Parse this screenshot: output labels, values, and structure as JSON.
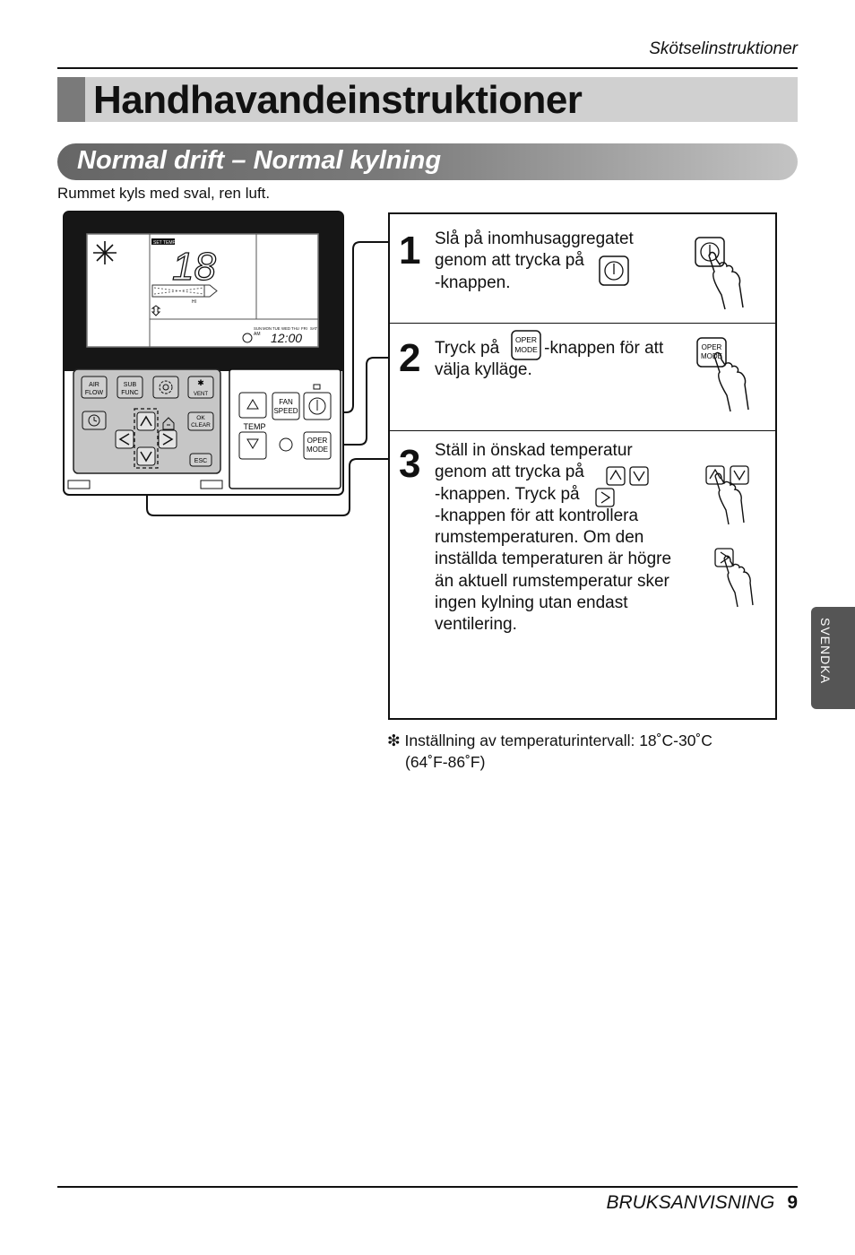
{
  "header": {
    "section": "Skötselinstruktioner"
  },
  "title": "Handhavandeinstruktioner",
  "subtitle": "Normal drift – Normal kylning",
  "intro": "Rummet kyls med sval, ren luft.",
  "remote": {
    "display": {
      "set_temp_label": "SET TEMP",
      "temperature": "18",
      "fan_level": "HI",
      "clock_ampm": "AM",
      "clock": "12:00",
      "days": [
        "SUN",
        "MON",
        "TUE",
        "WED",
        "THU",
        "FRI",
        "SAT"
      ]
    },
    "buttons": {
      "air_flow": [
        "AIR",
        "FLOW"
      ],
      "sub_func": [
        "SUB",
        "FUNC"
      ],
      "vent": "VENT",
      "ok_clear": [
        "OK",
        "CLEAR"
      ],
      "esc": "ESC",
      "fan_speed": [
        "FAN",
        "SPEED"
      ],
      "temp": "TEMP",
      "oper_mode": [
        "OPER",
        "MODE"
      ]
    }
  },
  "steps": [
    {
      "number": "1",
      "lines": [
        "Slå på inomhusaggregatet",
        "genom att trycka på",
        "-knappen."
      ]
    },
    {
      "number": "2",
      "lines": [
        "Tryck på",
        "-knappen för att",
        "välja kylläge."
      ]
    },
    {
      "number": "3",
      "lines": [
        "Ställ in önskad temperatur",
        "genom att trycka på",
        "-knappen. Tryck på",
        "-knappen för att kontrollera",
        "rumstemperaturen. Om den",
        "inställda temperaturen är högre",
        "än aktuell rumstemperatur sker",
        "ingen kylning utan endast",
        "ventilering."
      ]
    }
  ],
  "note": {
    "symbol": "❇",
    "lines": [
      "Inställning av temperaturintervall: 18˚C-30˚C",
      "(64˚F-86˚F)"
    ]
  },
  "side_tab": "SVENDKA",
  "footer": {
    "label": "BRUKSANVISNING",
    "page": "9"
  }
}
